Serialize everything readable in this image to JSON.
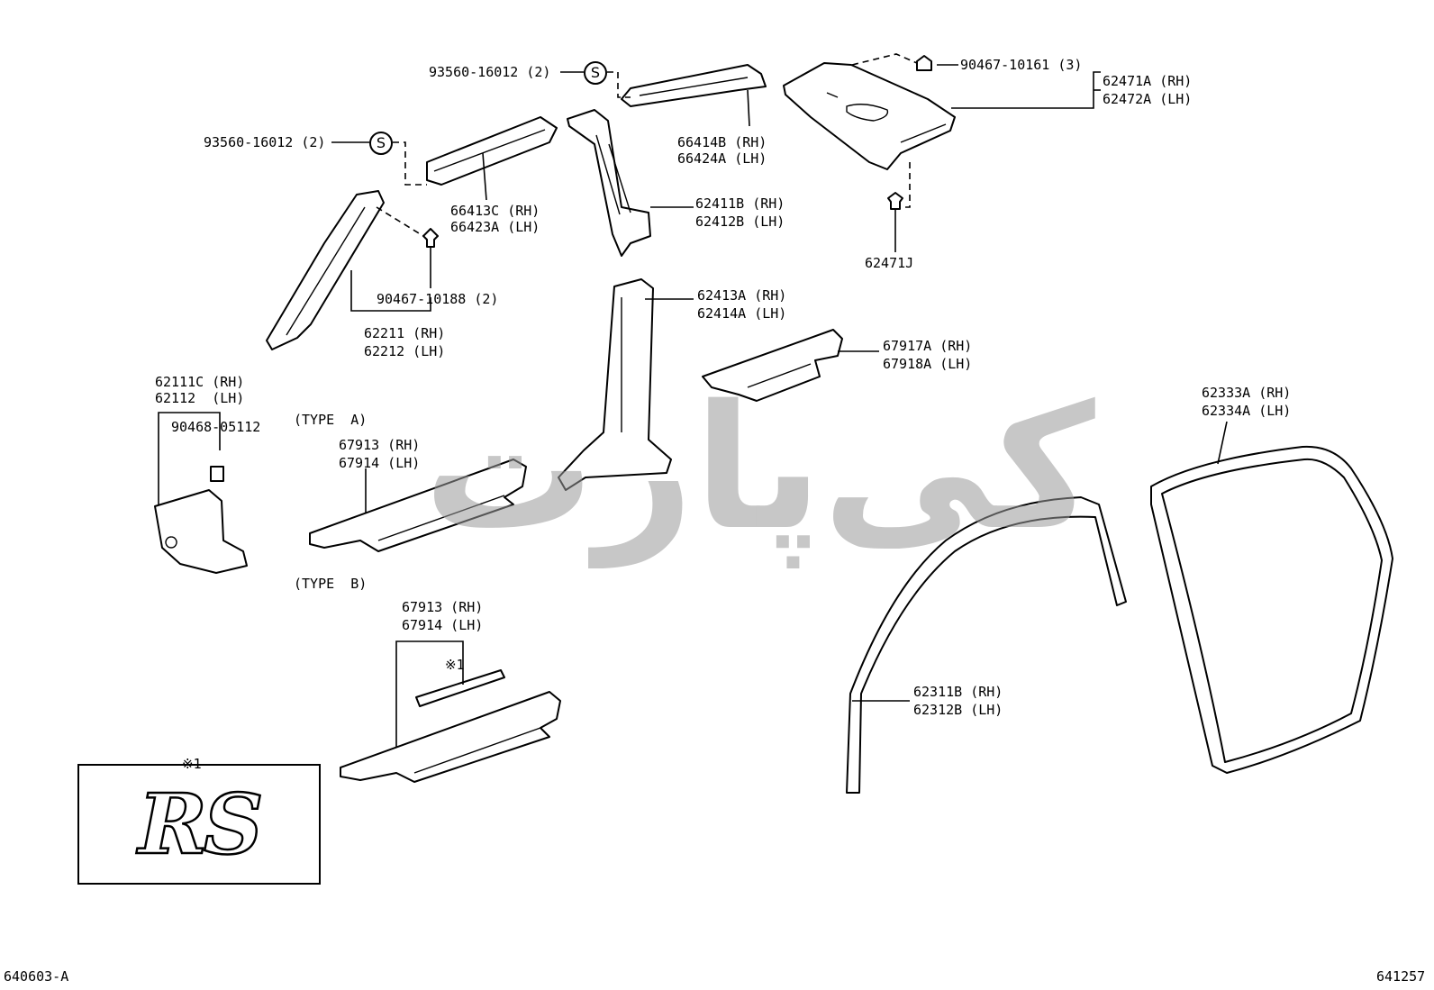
{
  "diagram": {
    "code_left": "640603-A",
    "code_right": "641257",
    "watermark_text": "کی‌پارت",
    "inset": {
      "mark": "※1",
      "emblem_text": "RS"
    },
    "symbols": {
      "s": "S"
    },
    "labels": {
      "p93560_a": "93560-16012 (2)",
      "p93560_b": "93560-16012 (2)",
      "p90467_10161": "90467-10161 (3)",
      "p62471A": "62471A (RH)",
      "p62472A": "62472A (LH)",
      "p66414B": "66414B (RH)",
      "p66424A": "66424A (LH)",
      "p66413C": "66413C (RH)",
      "p66423A": "66423A (LH)",
      "p62411B": "62411B (RH)",
      "p62412B": "62412B (LH)",
      "p62471J": "62471J",
      "p90467_10188": "90467-10188 (2)",
      "p62211": "62211 (RH)",
      "p62212": "62212 (LH)",
      "p62413A": "62413A (RH)",
      "p62414A": "62414A (LH)",
      "p67917A": "67917A (RH)",
      "p67918A": "67918A (LH)",
      "p62111C": "62111C (RH)",
      "p62112": "62112  (LH)",
      "p90468": "90468-05112",
      "type_a": "(TYPE  A)",
      "p67913_a": "67913 (RH)",
      "p67914_a": "67914 (LH)",
      "type_b": "(TYPE  B)",
      "p67913_b": "67913 (RH)",
      "p67914_b": "67914 (LH)",
      "mark1": "※1",
      "p62333A": "62333A (RH)",
      "p62334A": "62334A (LH)",
      "p62311B": "62311B (RH)",
      "p62312B": "62312B (LH)"
    }
  }
}
